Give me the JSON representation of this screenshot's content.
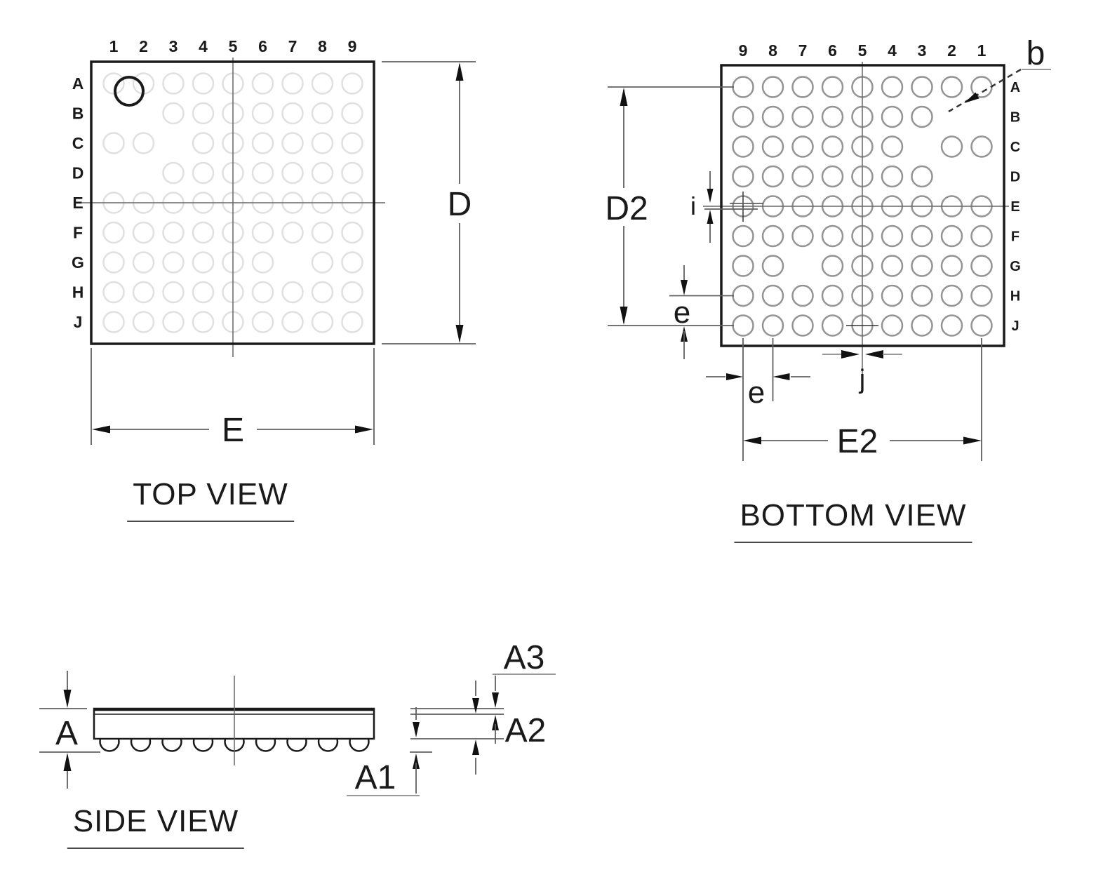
{
  "titles": {
    "top_view": "TOP VIEW",
    "bottom_view": "BOTTOM VIEW",
    "side_view": "SIDE VIEW"
  },
  "pad_grid": {
    "column_labels": [
      "1",
      "2",
      "3",
      "4",
      "5",
      "6",
      "7",
      "8",
      "9"
    ],
    "bottom_column_labels": [
      "9",
      "8",
      "7",
      "6",
      "5",
      "4",
      "3",
      "2",
      "1"
    ],
    "row_labels": [
      "A",
      "B",
      "C",
      "D",
      "E",
      "F",
      "G",
      "H",
      "J"
    ],
    "missing_pads": [
      "B1",
      "B2",
      "C3",
      "D1",
      "D2",
      "G7"
    ],
    "pin1_pad": "A1",
    "crosshair_pads": [
      "E9",
      "J5"
    ],
    "ball_count_side_view": 9
  },
  "dimension_labels": {
    "top_view": {
      "body_height": "D",
      "body_width": "E"
    },
    "bottom_view": {
      "pad_array_height": "D2",
      "pad_array_width": "E2",
      "pad_pitch_vertical": "e",
      "pad_pitch_horizontal": "e",
      "pad_diameter": "b",
      "row_center_offset": "i",
      "column_center_offset": "j"
    },
    "side_view": {
      "overall_height": "A",
      "standoff_height": "A1",
      "body_thickness": "A2",
      "lid_thickness": "A3"
    }
  },
  "colors": {
    "background": "#ffffff",
    "outline": "#1a1a1a",
    "dimension_line": "#5f5f5f",
    "arrow": "#111111",
    "ghost_pad": "#e0e0e0",
    "pad": "#949494",
    "centerline": "#666666",
    "text": "#1a1a1a",
    "leader_underline": "#999999"
  }
}
